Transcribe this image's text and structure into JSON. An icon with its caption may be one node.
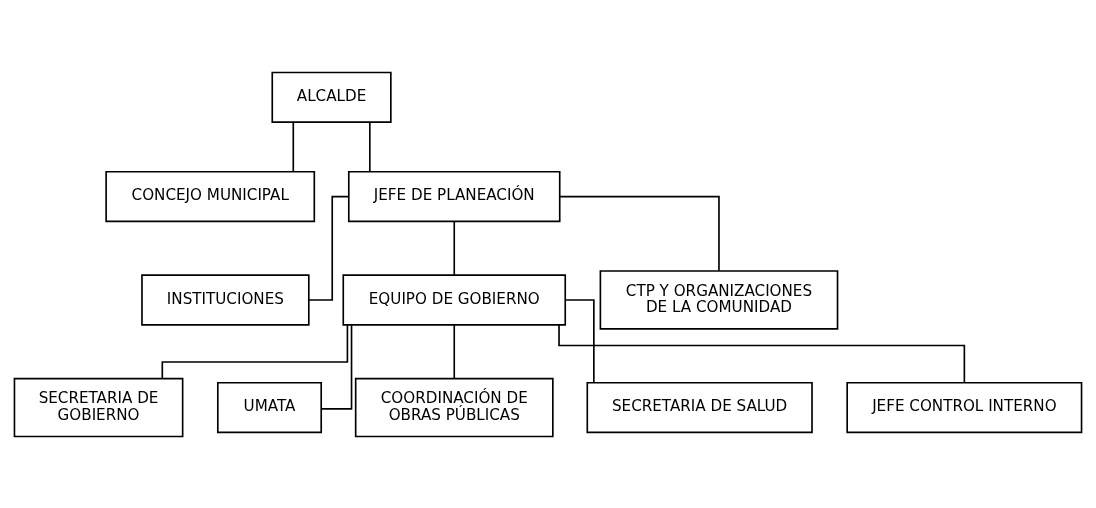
{
  "diagram": {
    "nodes": [
      {
        "text": [
          "ALCALDE"
        ]
      },
      {
        "text": [
          "CONCEJO MUNICIPAL"
        ]
      },
      {
        "text": [
          "JEFE DE PLANEACIÓN"
        ]
      },
      {
        "text": [
          "INSTITUCIONES"
        ]
      },
      {
        "text": [
          "EQUIPO DE GOBIERNO"
        ]
      },
      {
        "text": [
          "CTP Y ORGANIZACIONES DE LA COMUNIDAD"
        ]
      },
      {
        "text": [
          "SECRETARIA DE GOBIERNO"
        ]
      },
      {
        "text": [
          "UMATA"
        ]
      },
      {
        "text": [
          "COORDINACIÓN DE OBRAS PÚBLICAS"
        ]
      },
      {
        "text": [
          "SECRETARIA DE SALUD"
        ]
      },
      {
        "text": [
          "JEFE CONTROL INTERNO"
        ]
      }
    ],
    "edges": [
      {
        "from": 0,
        "to": 1,
        "arrow": "none"
      },
      {
        "from": 0,
        "to": 2,
        "arrow": "none"
      },
      {
        "from": 2,
        "to": 3,
        "arrow": "none"
      },
      {
        "from": 2,
        "to": 4,
        "arrow": "none"
      },
      {
        "from": 2,
        "to": 5,
        "arrow": "none"
      },
      {
        "from": 4,
        "to": 6,
        "arrow": "none"
      },
      {
        "from": 4,
        "to": 7,
        "arrow": "none"
      },
      {
        "from": 4,
        "to": 8,
        "arrow": "none"
      },
      {
        "from": 4,
        "to": 9,
        "arrow": "none"
      },
      {
        "from": 4,
        "to": 10,
        "arrow": "none"
      }
    ]
  }
}
